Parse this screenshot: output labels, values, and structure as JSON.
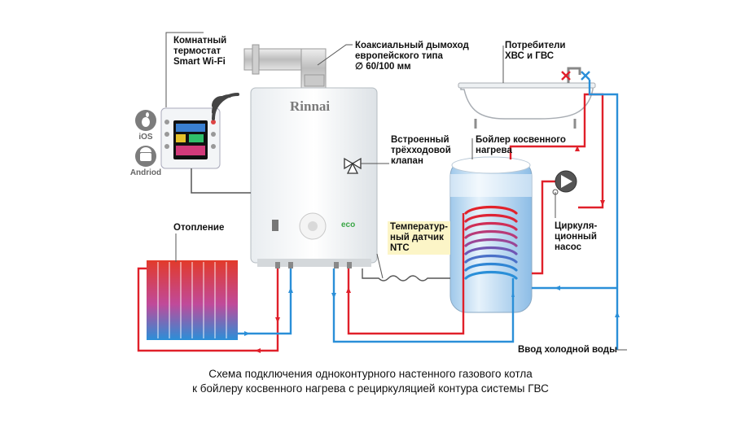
{
  "brand": {
    "logo": "Rinnai",
    "eco": "eco"
  },
  "labels": {
    "thermostat": "Комнатный\nтермостат\nSmart Wi-Fi",
    "flue": "Коаксиальный дымоход\nевропейского типа\n∅ 60/100 мм",
    "consumers": "Потребители\nХВС и ГВС",
    "valve": "Встроенный\nтрёхходовой\nклапан",
    "boiler": "Бойлер косвенного\nнагрева",
    "heating": "Отопление",
    "sensor": "Температур-\nный датчик\nNTC",
    "pump": "Циркуля-\nционный\nнасос",
    "cold_water": "Ввод холодной воды"
  },
  "os": {
    "ios": "iOS",
    "android": "Andriod"
  },
  "caption": {
    "line1": "Схема подключения одноконтурного настенного газового котла",
    "line2": "к бойлеру косвенного нагрева с рециркуляцией контура системы ГВС"
  },
  "colors": {
    "hot": "#e0202a",
    "cold": "#2a8fd8",
    "pipe": "#555555"
  }
}
